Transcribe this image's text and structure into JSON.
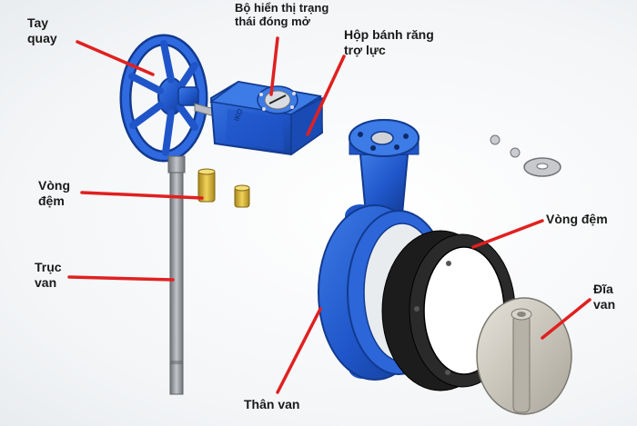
{
  "labels": {
    "tay_quay": [
      "Tay",
      "quay"
    ],
    "bo_hien_thi": [
      "Bộ hiển thị trạng",
      "thái đóng mở"
    ],
    "hop_banh_rang": [
      "Hộp bánh răng",
      "trợ lực"
    ],
    "vong_dem_left": [
      "Vòng",
      "đệm"
    ],
    "truc_van": [
      "Trục",
      "van"
    ],
    "vong_dem_right": [
      "Vòng đệm"
    ],
    "dia_van": [
      "Đĩa",
      "van"
    ],
    "than_van": [
      "Thân van"
    ]
  },
  "colors": {
    "body_blue": "#1f55c8",
    "body_blue_dark": "#123a8f",
    "body_blue_light": "#3d7be6",
    "gasket_black": "#1c1c1c",
    "disc_grey": "#c9c6bd",
    "stem_grey": "#8a8d92",
    "brass": "#d6b43a",
    "leader_red": "#e02020"
  },
  "icons": [
    "handwheel-icon",
    "gearbox-icon",
    "valve-body-icon",
    "seat-gasket-icon",
    "valve-disc-icon",
    "valve-stem-icon",
    "bushing-icon",
    "screw-icon",
    "washer-icon"
  ]
}
